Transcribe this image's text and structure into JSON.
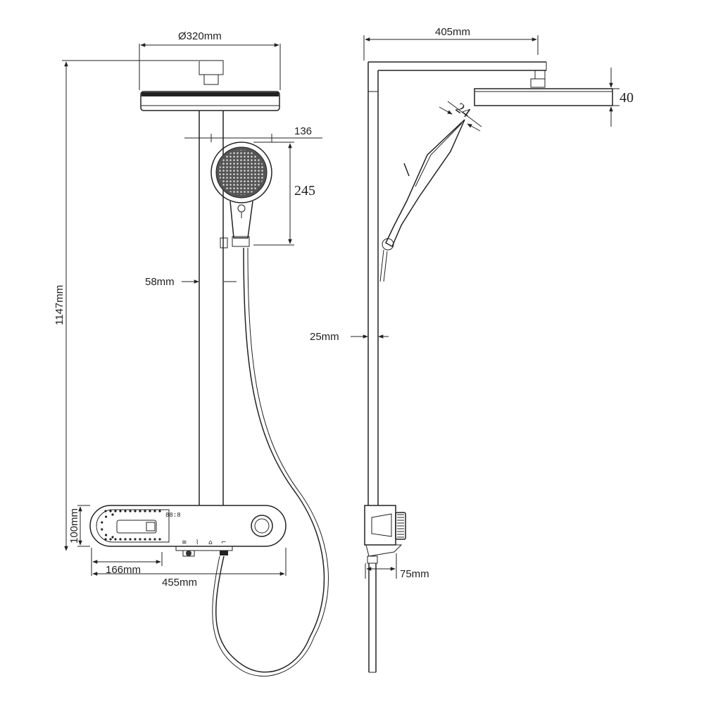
{
  "dimensions": {
    "head_diameter": "Ø320mm",
    "arm_length": "405mm",
    "head_thickness": "40",
    "handset_angle": "24",
    "handset_width": "136",
    "handset_height": "245",
    "rail_width_front": "58mm",
    "rail_width_side": "25mm",
    "total_height": "1147mm",
    "panel_height": "100mm",
    "panel_offset": "166mm",
    "panel_width": "455mm",
    "panel_depth": "75mm"
  },
  "panel_controls": {
    "display_text": "88:8"
  }
}
